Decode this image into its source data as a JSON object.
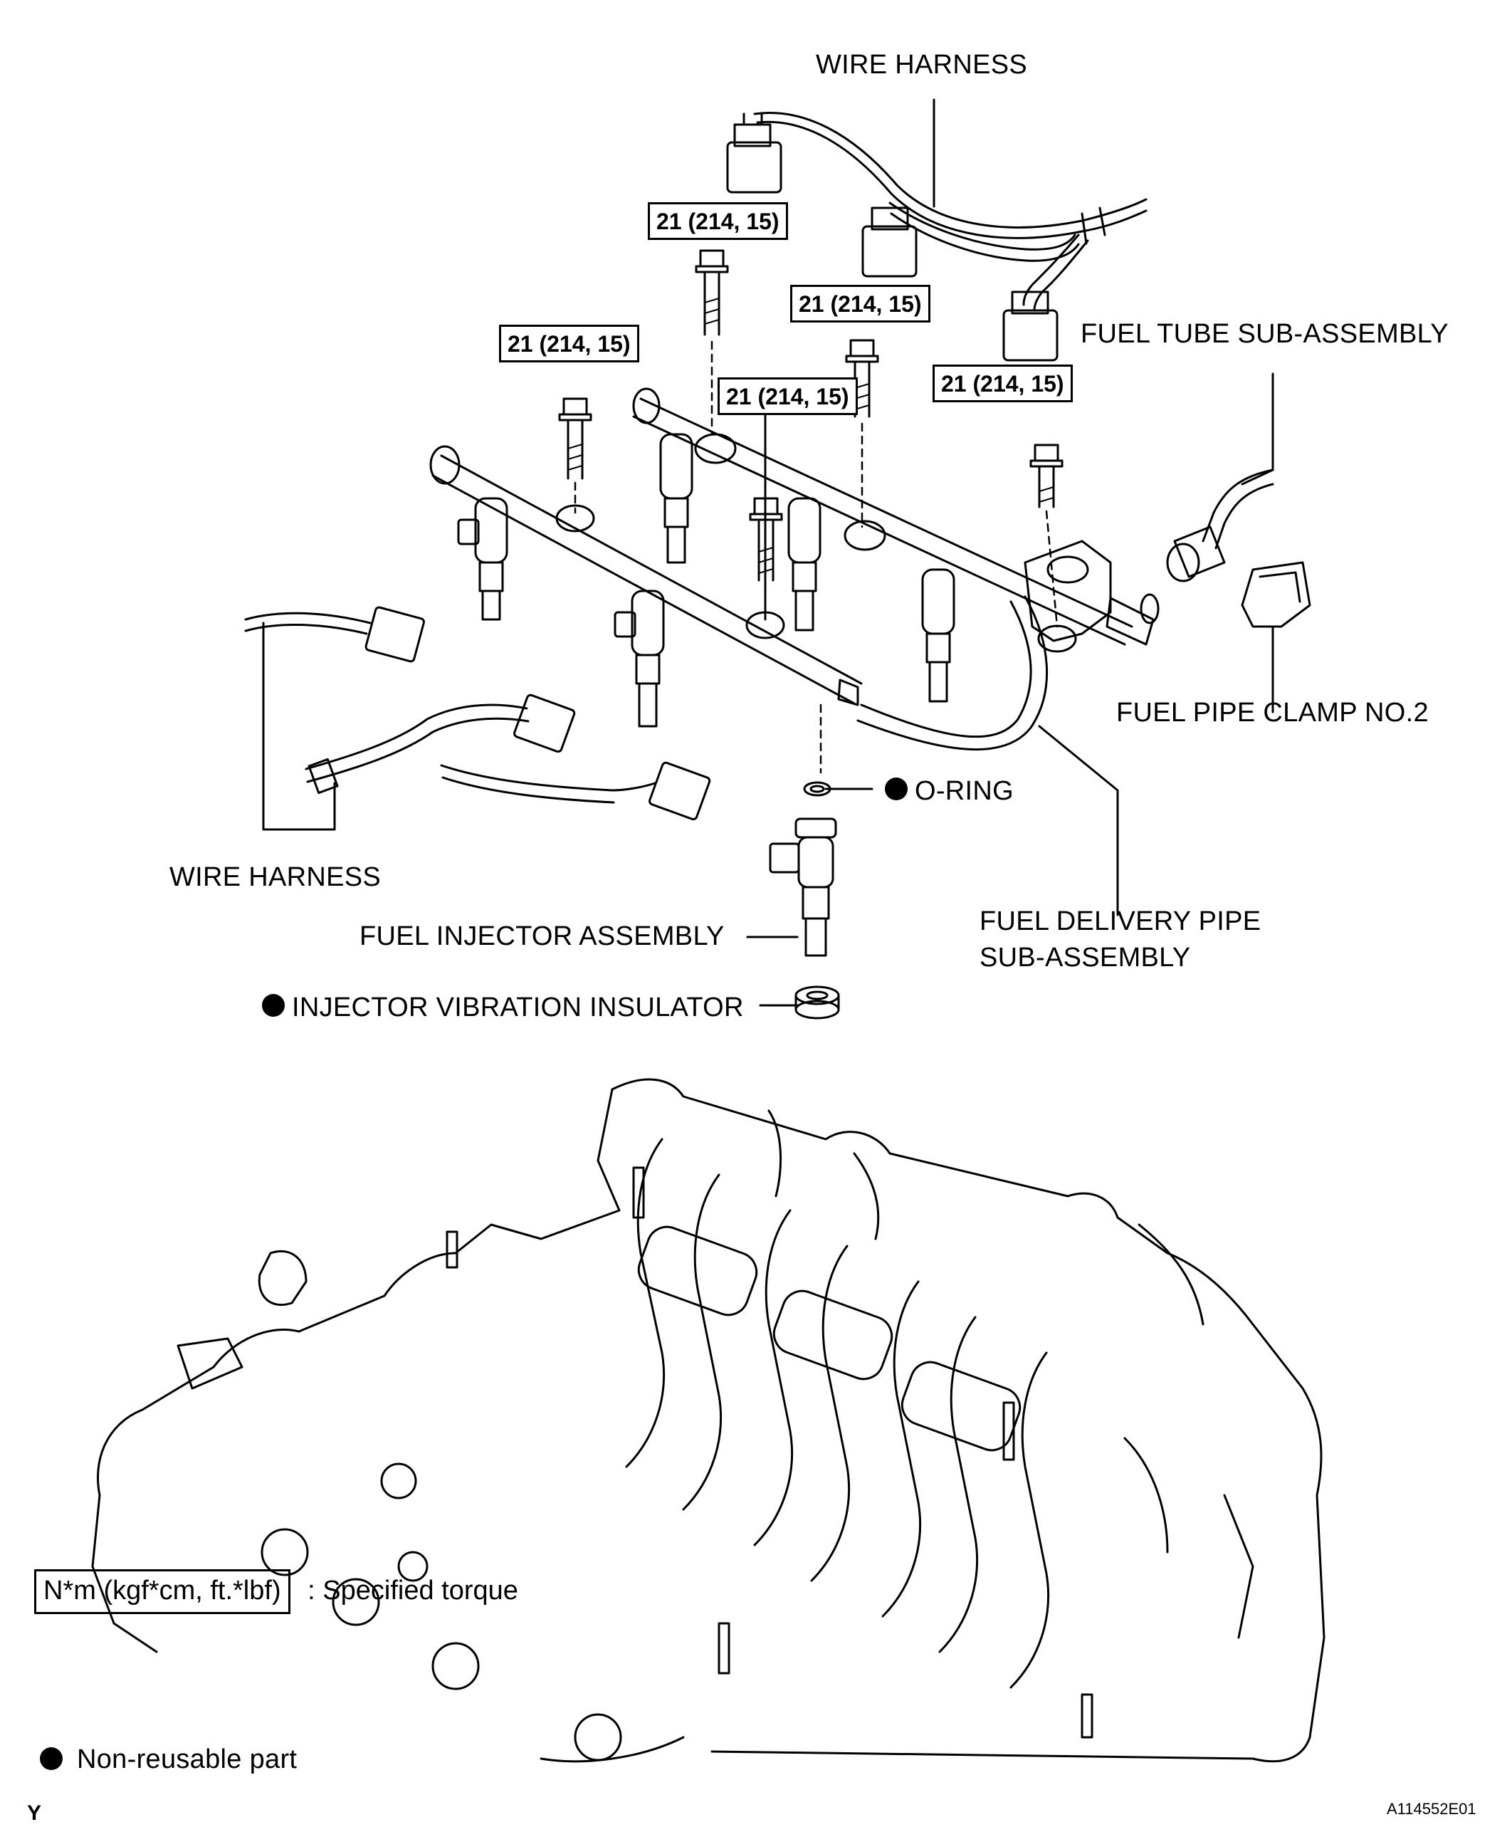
{
  "labels": {
    "wire_harness_top": "WIRE HARNESS",
    "fuel_tube_sub_assembly": "FUEL TUBE SUB-ASSEMBLY",
    "fuel_pipe_clamp_no2": "FUEL PIPE CLAMP NO.2",
    "o_ring": "O-RING",
    "wire_harness_left": "WIRE HARNESS",
    "fuel_injector_assembly": "FUEL INJECTOR ASSEMBLY",
    "fuel_delivery_pipe_line1": "FUEL DELIVERY PIPE",
    "fuel_delivery_pipe_line2": "SUB-ASSEMBLY",
    "injector_vibration_insulator": "INJECTOR VIBRATION INSULATOR"
  },
  "torque_specs": [
    "21 (214, 15)",
    "21 (214, 15)",
    "21 (214, 15)",
    "21 (214, 15)",
    "21 (214, 15)"
  ],
  "legend": {
    "torque_unit": "N*m (kgf*cm, ft.*lbf)",
    "torque_desc": ": Specified torque",
    "non_reusable": "Non-reusable part"
  },
  "corner": {
    "left_code": "Y",
    "figure_id": "A114552E01"
  }
}
